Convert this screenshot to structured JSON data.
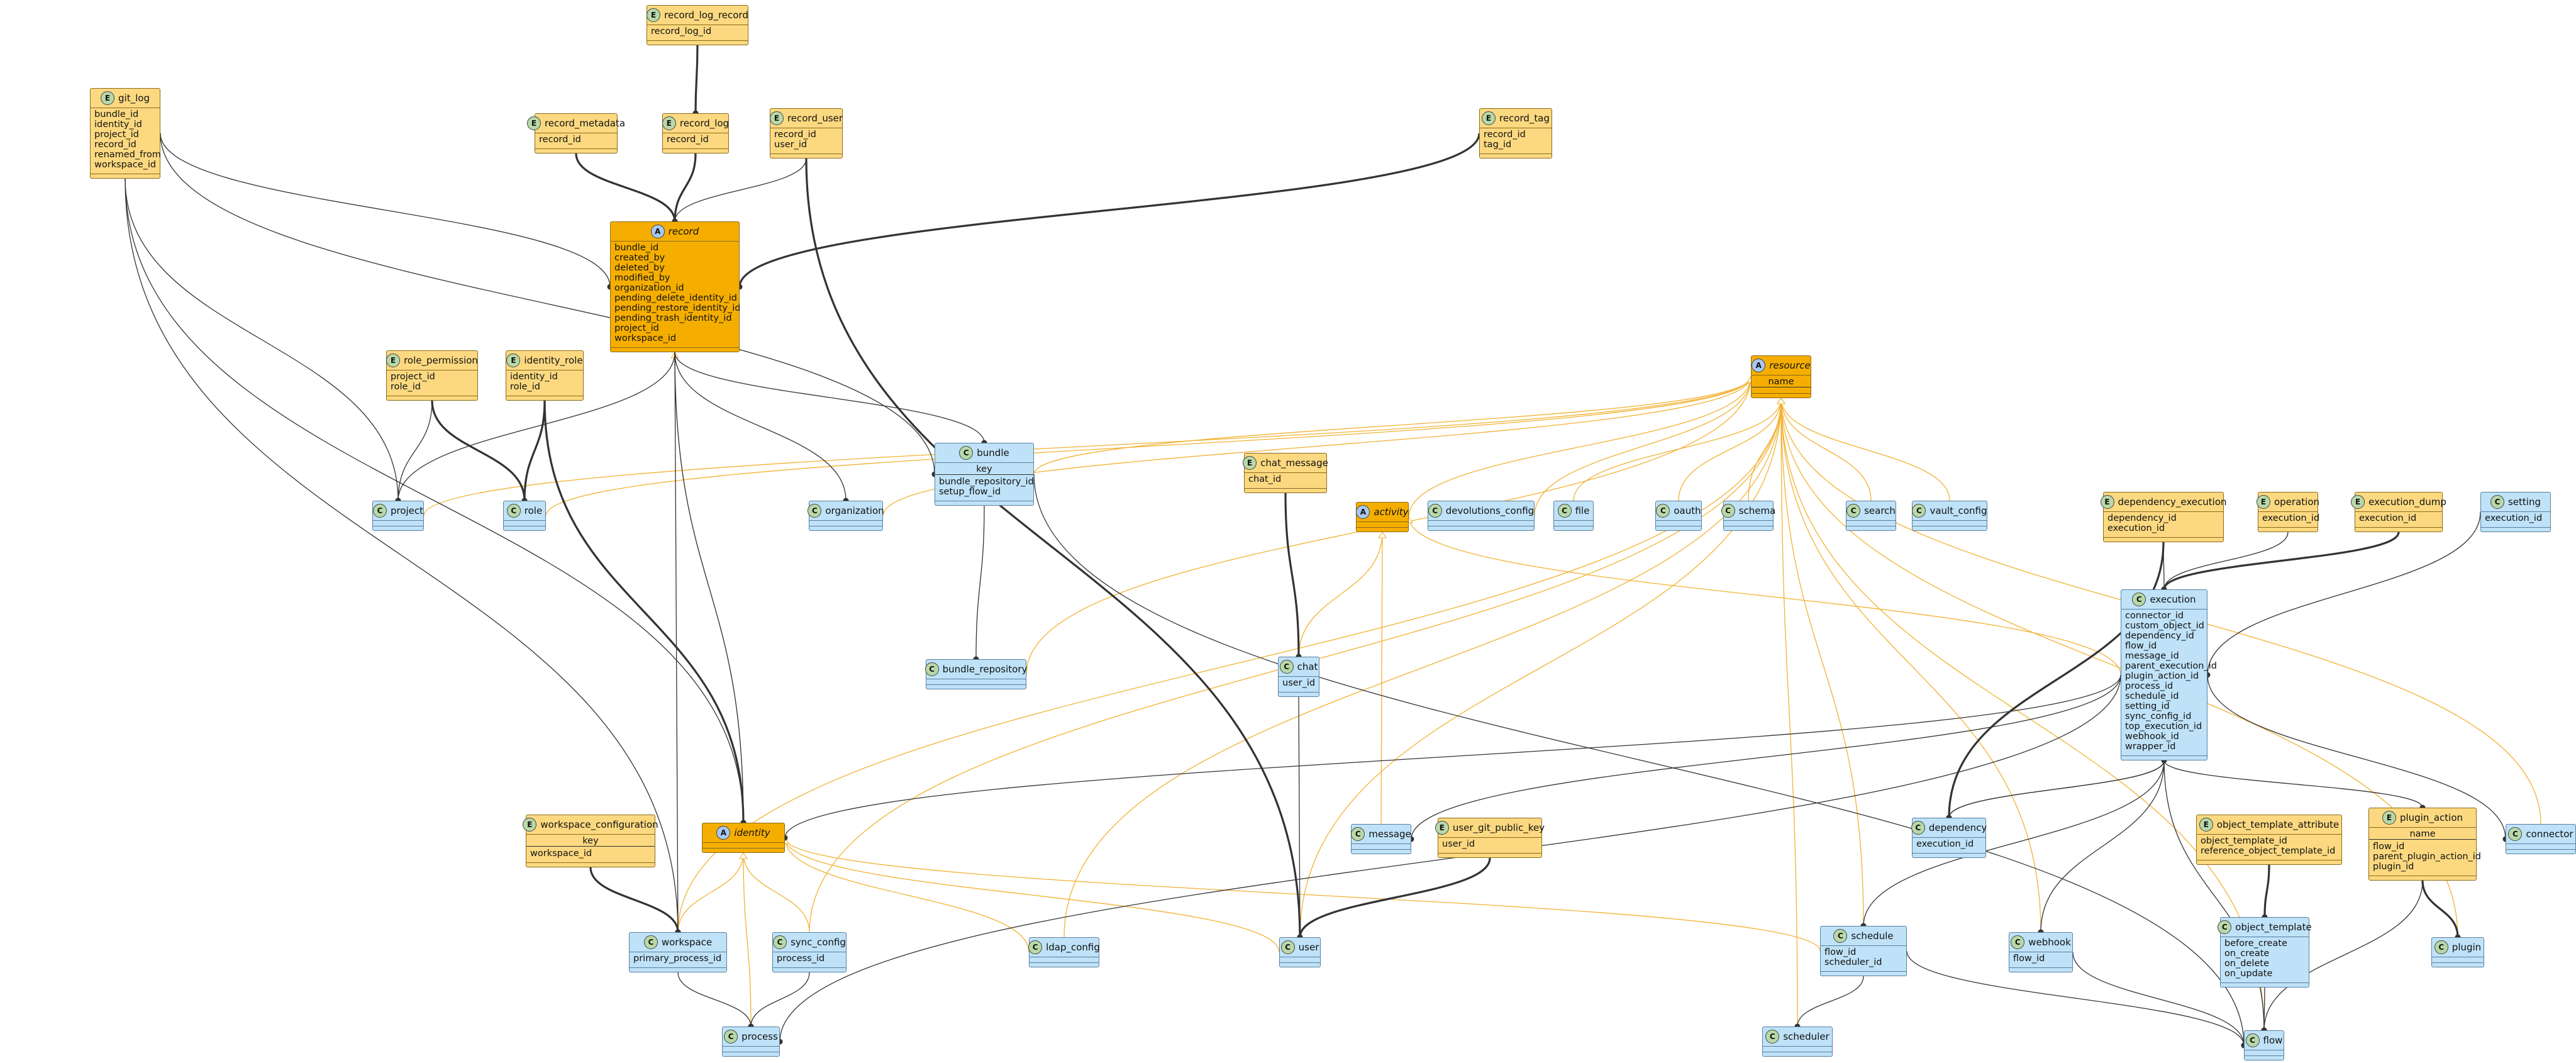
{
  "nodes": {
    "git_log": {
      "kind": "E",
      "title": "git_log",
      "fields": [
        "bundle_id",
        "identity_id",
        "project_id",
        "record_id",
        "renamed_from",
        "workspace_id"
      ]
    },
    "record_log_record": {
      "kind": "E",
      "title": "record_log_record",
      "fields": [
        "record_log_id"
      ]
    },
    "record_metadata": {
      "kind": "E",
      "title": "record_metadata",
      "fields": [
        "record_id"
      ]
    },
    "record_log": {
      "kind": "E",
      "title": "record_log",
      "fields": [
        "record_id"
      ]
    },
    "record_user": {
      "kind": "E",
      "title": "record_user",
      "fields": [
        "record_id",
        "user_id"
      ]
    },
    "record_tag": {
      "kind": "E",
      "title": "record_tag",
      "fields": [
        "record_id",
        "tag_id"
      ]
    },
    "record": {
      "kind": "A",
      "title": "record",
      "fields": [
        "bundle_id",
        "created_by",
        "deleted_by",
        "modified_by",
        "organization_id",
        "pending_delete_identity_id",
        "pending_restore_identity_id",
        "pending_trash_identity_id",
        "project_id",
        "workspace_id"
      ]
    },
    "resource": {
      "kind": "A",
      "title": "resource",
      "key": "name",
      "fields": []
    },
    "role_permission": {
      "kind": "E",
      "title": "role_permission",
      "fields": [
        "project_id",
        "role_id"
      ]
    },
    "identity_role": {
      "kind": "E",
      "title": "identity_role",
      "fields": [
        "identity_id",
        "role_id"
      ]
    },
    "project": {
      "kind": "C",
      "title": "project",
      "fields": []
    },
    "role": {
      "kind": "C",
      "title": "role",
      "fields": []
    },
    "organization": {
      "kind": "C",
      "title": "organization",
      "fields": []
    },
    "bundle": {
      "kind": "C",
      "title": "bundle",
      "key": "key",
      "fields": [
        "bundle_repository_id",
        "setup_flow_id"
      ]
    },
    "chat_message": {
      "kind": "E",
      "title": "chat_message",
      "fields": [
        "chat_id"
      ]
    },
    "activity": {
      "kind": "A",
      "title": "activity",
      "fields": []
    },
    "devolutions_config": {
      "kind": "C",
      "title": "devolutions_config",
      "fields": []
    },
    "file": {
      "kind": "C",
      "title": "file",
      "fields": []
    },
    "oauth": {
      "kind": "C",
      "title": "oauth",
      "fields": []
    },
    "schema": {
      "kind": "C",
      "title": "schema",
      "fields": []
    },
    "search": {
      "kind": "C",
      "title": "search",
      "fields": []
    },
    "vault_config": {
      "kind": "C",
      "title": "vault_config",
      "fields": []
    },
    "dependency_execution": {
      "kind": "E",
      "title": "dependency_execution",
      "fields": [
        "dependency_id",
        "execution_id"
      ]
    },
    "operation": {
      "kind": "E",
      "title": "operation",
      "fields": [
        "execution_id"
      ]
    },
    "execution_dump": {
      "kind": "E",
      "title": "execution_dump",
      "fields": [
        "execution_id"
      ]
    },
    "setting": {
      "kind": "C",
      "title": "setting",
      "fields": [
        "execution_id"
      ]
    },
    "bundle_repository": {
      "kind": "C",
      "title": "bundle_repository",
      "fields": []
    },
    "chat": {
      "kind": "C",
      "title": "chat",
      "fields": [
        "user_id"
      ]
    },
    "execution": {
      "kind": "C",
      "title": "execution",
      "fields": [
        "connector_id",
        "custom_object_id",
        "dependency_id",
        "flow_id",
        "message_id",
        "parent_execution_id",
        "plugin_action_id",
        "process_id",
        "schedule_id",
        "setting_id",
        "sync_config_id",
        "top_execution_id",
        "webhook_id",
        "wrapper_id"
      ]
    },
    "workspace_configuration": {
      "kind": "E",
      "title": "workspace_configuration",
      "key": "key",
      "fields": [
        "workspace_id"
      ]
    },
    "identity": {
      "kind": "A",
      "title": "identity",
      "fields": []
    },
    "message": {
      "kind": "C",
      "title": "message",
      "fields": []
    },
    "user_git_public_key": {
      "kind": "E",
      "title": "user_git_public_key",
      "fields": [
        "user_id"
      ]
    },
    "dependency": {
      "kind": "C",
      "title": "dependency",
      "fields": [
        "execution_id"
      ]
    },
    "object_template_attribute": {
      "kind": "E",
      "title": "object_template_attribute",
      "fields": [
        "object_template_id",
        "reference_object_template_id"
      ]
    },
    "plugin_action": {
      "kind": "E",
      "title": "plugin_action",
      "key": "name",
      "fields": [
        "flow_id",
        "parent_plugin_action_id",
        "plugin_id"
      ]
    },
    "connector": {
      "kind": "C",
      "title": "connector",
      "fields": []
    },
    "workspace": {
      "kind": "C",
      "title": "workspace",
      "fields": [
        "primary_process_id"
      ]
    },
    "sync_config": {
      "kind": "C",
      "title": "sync_config",
      "fields": [
        "process_id"
      ]
    },
    "ldap_config": {
      "kind": "C",
      "title": "ldap_config",
      "fields": []
    },
    "user": {
      "kind": "C",
      "title": "user",
      "fields": []
    },
    "schedule": {
      "kind": "C",
      "title": "schedule",
      "fields": [
        "flow_id",
        "scheduler_id"
      ]
    },
    "webhook": {
      "kind": "C",
      "title": "webhook",
      "fields": [
        "flow_id"
      ]
    },
    "object_template": {
      "kind": "C",
      "title": "object_template",
      "fields": [
        "before_create",
        "on_create",
        "on_delete",
        "on_update"
      ]
    },
    "plugin": {
      "kind": "C",
      "title": "plugin",
      "fields": []
    },
    "process": {
      "kind": "C",
      "title": "process",
      "fields": []
    },
    "scheduler": {
      "kind": "C",
      "title": "scheduler",
      "fields": []
    },
    "flow": {
      "kind": "C",
      "title": "flow",
      "fields": []
    }
  },
  "colors": {
    "entity": "#fcd980",
    "abstract": "#f5ae00",
    "class": "#bfe2f8",
    "inherit_edge": "#f2b233",
    "assoc_edge": "#333333"
  }
}
